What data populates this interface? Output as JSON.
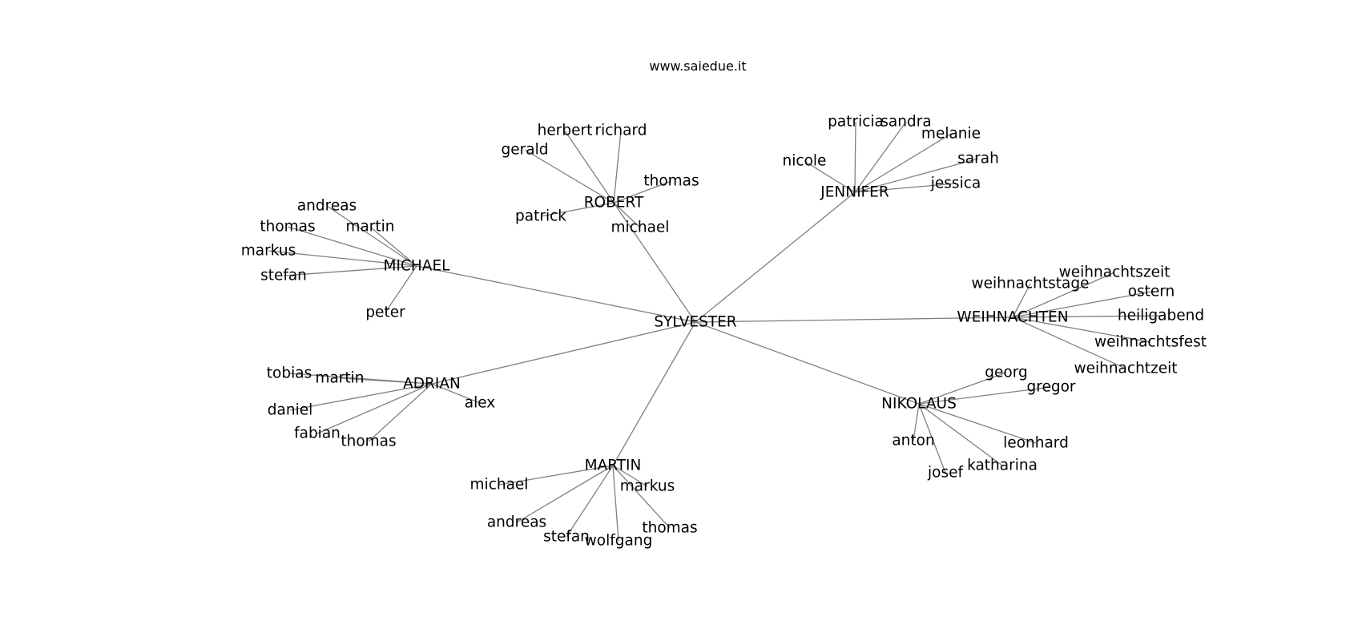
{
  "title": "www.saiedue.it",
  "colors": {
    "edge": "#808080",
    "text": "#000000",
    "background": "#ffffff"
  },
  "graph": {
    "center": "SYLVESTER",
    "hubs": [
      {
        "label": "ROBERT",
        "leaves": [
          "herbert",
          "richard",
          "gerald",
          "thomas",
          "patrick",
          "michael"
        ]
      },
      {
        "label": "JENNIFER",
        "leaves": [
          "patricia",
          "sandra",
          "melanie",
          "nicole",
          "sarah",
          "jessica"
        ]
      },
      {
        "label": "MICHAEL",
        "leaves": [
          "andreas",
          "thomas",
          "martin",
          "markus",
          "stefan",
          "peter"
        ]
      },
      {
        "label": "WEIHNACHTEN",
        "leaves": [
          "weihnachtszeit",
          "weihnachtstage",
          "ostern",
          "heiligabend",
          "weihnachtsfest",
          "weihnachtzeit"
        ]
      },
      {
        "label": "ADRIAN",
        "leaves": [
          "tobias",
          "martin",
          "daniel",
          "fabian",
          "thomas",
          "alex"
        ]
      },
      {
        "label": "NIKOLAUS",
        "leaves": [
          "georg",
          "gregor",
          "anton",
          "leonhard",
          "josef",
          "katharina"
        ]
      },
      {
        "label": "MARTIN",
        "leaves": [
          "michael",
          "markus",
          "andreas",
          "stefan",
          "wolfgang",
          "thomas"
        ]
      }
    ]
  }
}
